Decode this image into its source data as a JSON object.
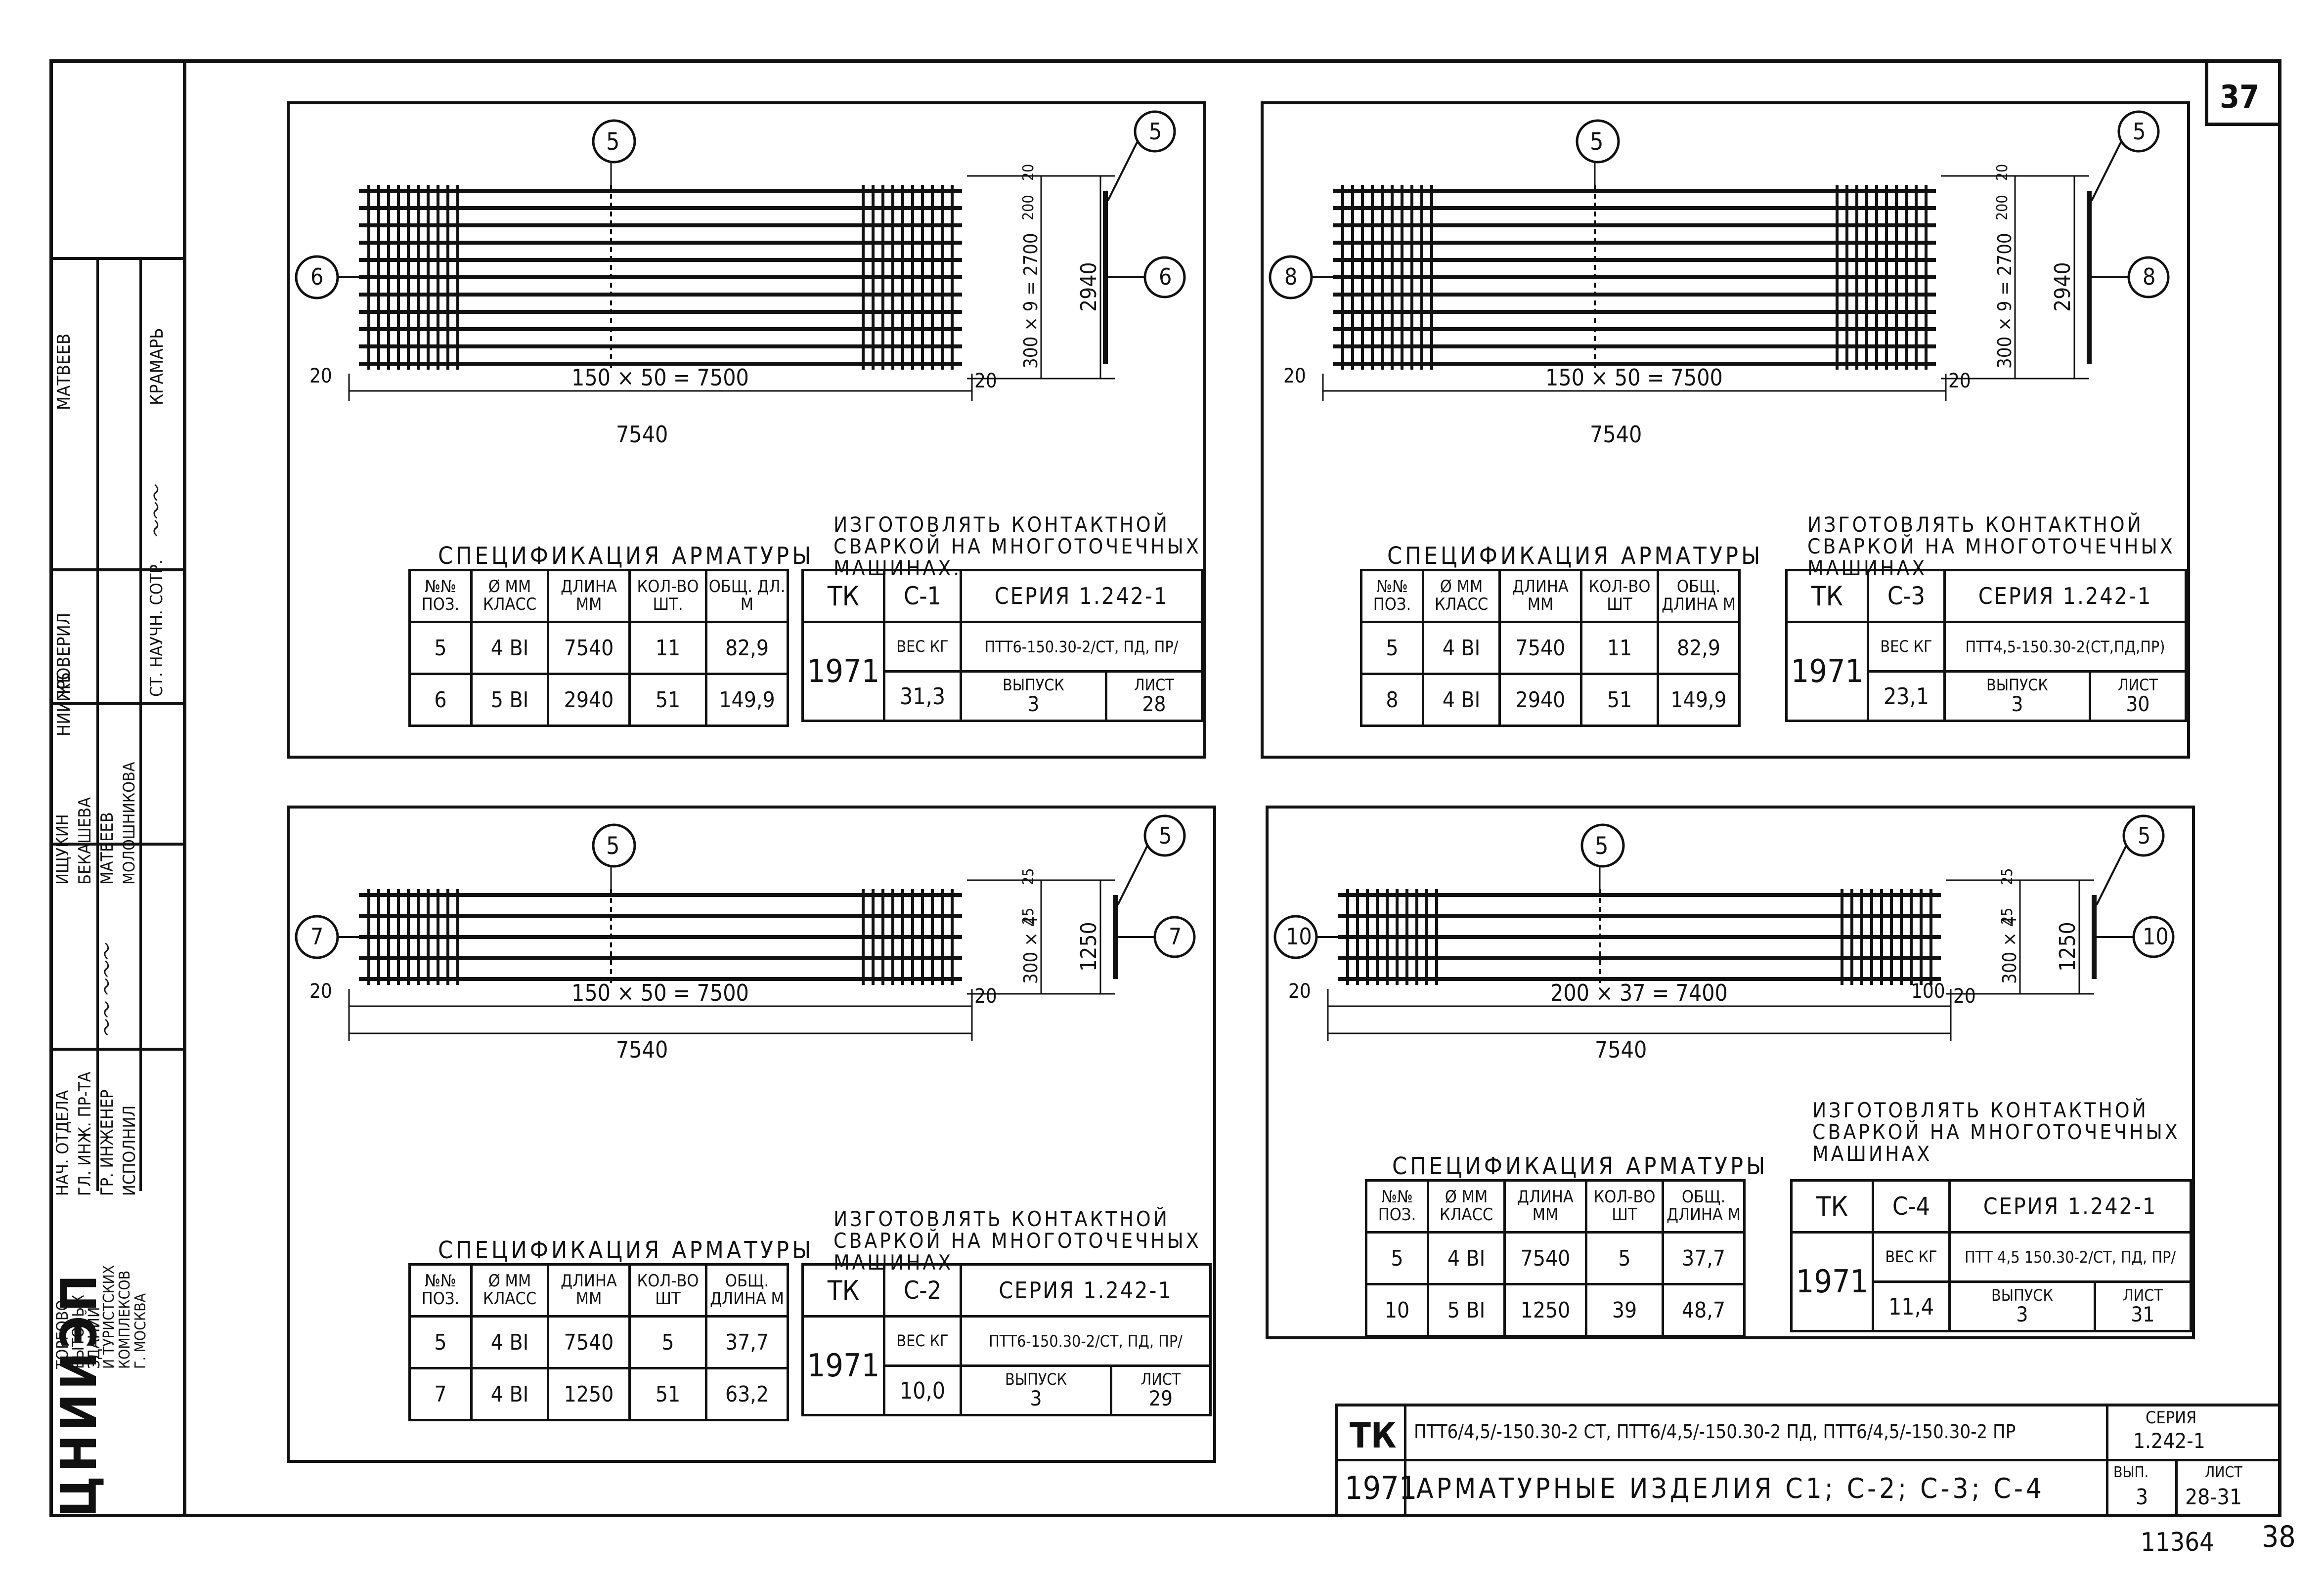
{
  "page": {
    "sheet_number": "37",
    "footer_number": "11364",
    "footer_page": "38"
  },
  "sidebar": {
    "org": [
      "ТОРГОВО",
      "БЫТОВЫХ",
      "ЗДАНИЙ",
      "И ТУРИСТСКИХ",
      "КОМПЛЕКСОВ",
      "Г. МОСКВА"
    ],
    "logo": "ЦНИИЭП",
    "roles": [
      "НАЧ. ОТДЕЛА",
      "ГЛ. ИНЖ. ПР-ТА",
      "ГР. ИНЖЕНЕР",
      "ИСПОЛНИЛ"
    ],
    "names": [
      "ИЩУКИН",
      "БЕКАШЕВА",
      "МАТВЕЕВ",
      "МОЛОШНИКОВА"
    ],
    "check_label": "ПРОВЕРИЛ",
    "check_role": "СТ. НАУЧН. СОТР.",
    "check_org": "НИИЖБ",
    "check_names": [
      "МАТВЕЕВ",
      "КРАМАРЬ"
    ]
  },
  "panels": [
    {
      "id": "C1",
      "pos_top": "5",
      "pos_left": "6",
      "pos_side_right": "6",
      "pos_side_top": "5",
      "dim_width": "150 × 50 = 7500",
      "dim_total": "7540",
      "dim_end_left": "20",
      "dim_end_right": "20",
      "dim_height": "300 × 9 = 2700",
      "dim_height_total": "2940",
      "dim_h_top": "20",
      "dim_h_mid": "200",
      "note": [
        "ИЗГОТОВЛЯТЬ КОНТАКТНОЙ",
        "СВАРКОЙ НА МНОГОТОЧЕЧНЫХ",
        "МАШИНАХ."
      ],
      "spec_title": "СПЕЦИФИКАЦИЯ АРМАТУРЫ",
      "spec_headers": [
        "№№ ПОЗ.",
        "Ø ММ КЛАСС",
        "ДЛИНА ММ",
        "КОЛ-ВО ШТ.",
        "ОБЩ. ДЛ. М"
      ],
      "spec_rows": [
        [
          "5",
          "4 ВI",
          "7540",
          "11",
          "82,9"
        ],
        [
          "6",
          "5 ВI",
          "2940",
          "51",
          "149,9"
        ]
      ],
      "tk": "ТК",
      "year": "1971",
      "mark": "С-1",
      "series": "СЕРИЯ 1.242-1",
      "weight_label": "ВЕС КГ",
      "weight": "31,3",
      "product": "ПТТ6-150.30-2/СТ, ПД, ПР/",
      "issue_label": "ВЫПУСК",
      "issue": "3",
      "sheet_label": "ЛИСТ",
      "sheet": "28"
    },
    {
      "id": "C3",
      "pos_top": "5",
      "pos_left": "8",
      "pos_side_right": "8",
      "pos_side_top": "5",
      "dim_width": "150 × 50 = 7500",
      "dim_total": "7540",
      "dim_end_left": "20",
      "dim_end_right": "20",
      "dim_height": "300 × 9 = 2700",
      "dim_height_total": "2940",
      "dim_h_top": "20",
      "dim_h_mid": "200",
      "note": [
        "ИЗГОТОВЛЯТЬ КОНТАКТНОЙ",
        "СВАРКОЙ НА МНОГОТОЧЕЧНЫХ",
        "МАШИНАХ"
      ],
      "spec_title": "СПЕЦИФИКАЦИЯ АРМАТУРЫ",
      "spec_headers": [
        "№№ ПОЗ.",
        "Ø ММ КЛАСС",
        "ДЛИНА ММ",
        "КОЛ-ВО ШТ",
        "ОБЩ. ДЛИНА М"
      ],
      "spec_rows": [
        [
          "5",
          "4 ВI",
          "7540",
          "11",
          "82,9"
        ],
        [
          "8",
          "4 ВI",
          "2940",
          "51",
          "149,9"
        ]
      ],
      "tk": "ТК",
      "year": "1971",
      "mark": "С-3",
      "series": "СЕРИЯ 1.242-1",
      "weight_label": "ВЕС КГ",
      "weight": "23,1",
      "product": "ПТТ4,5-150.30-2(СТ,ПД,ПР)",
      "issue_label": "ВЫПУСК",
      "issue": "3",
      "sheet_label": "ЛИСТ",
      "sheet": "30"
    },
    {
      "id": "C2",
      "pos_top": "5",
      "pos_left": "7",
      "pos_side_right": "7",
      "pos_side_top": "5",
      "dim_width": "150 × 50 = 7500",
      "dim_total": "7540",
      "dim_end_left": "20",
      "dim_end_right": "20",
      "dim_height": "300 × 4",
      "dim_height_total": "1250",
      "dim_h_top": "25",
      "dim_h_mid": "25",
      "note": [
        "ИЗГОТОВЛЯТЬ КОНТАКТНОЙ",
        "СВАРКОЙ НА МНОГОТОЧЕЧНЫХ",
        "МАШИНАХ"
      ],
      "spec_title": "СПЕЦИФИКАЦИЯ АРМАТУРЫ",
      "spec_headers": [
        "№№ ПОЗ.",
        "Ø ММ КЛАСС",
        "ДЛИНА ММ",
        "КОЛ-ВО ШТ",
        "ОБЩ. ДЛИНА М"
      ],
      "spec_rows": [
        [
          "5",
          "4 ВI",
          "7540",
          "5",
          "37,7"
        ],
        [
          "7",
          "4 ВI",
          "1250",
          "51",
          "63,2"
        ]
      ],
      "tk": "ТК",
      "year": "1971",
      "mark": "С-2",
      "series": "СЕРИЯ 1.242-1",
      "weight_label": "ВЕС КГ",
      "weight": "10,0",
      "product": "ПТТ6-150.30-2/СТ, ПД, ПР/",
      "issue_label": "ВЫПУСК",
      "issue": "3",
      "sheet_label": "ЛИСТ",
      "sheet": "29"
    },
    {
      "id": "C4",
      "pos_top": "5",
      "pos_left": "10",
      "pos_side_right": "10",
      "pos_side_top": "5",
      "dim_width": "200 × 37 = 7400",
      "dim_total": "7540",
      "dim_end_left": "20",
      "dim_end_right": "100",
      "dim_end_right2": "20",
      "dim_height": "300 × 4",
      "dim_height_total": "1250",
      "dim_h_top": "25",
      "dim_h_mid": "25",
      "note": [
        "ИЗГОТОВЛЯТЬ КОНТАКТНОЙ",
        "СВАРКОЙ НА МНОГОТОЧЕЧНЫХ",
        "МАШИНАХ"
      ],
      "spec_title": "СПЕЦИФИКАЦИЯ АРМАТУРЫ",
      "spec_headers": [
        "№№ ПОЗ.",
        "Ø ММ КЛАСС",
        "ДЛИНА ММ",
        "КОЛ-ВО ШТ",
        "ОБЩ. ДЛИНА М"
      ],
      "spec_rows": [
        [
          "5",
          "4 ВI",
          "7540",
          "5",
          "37,7"
        ],
        [
          "10",
          "5 ВI",
          "1250",
          "39",
          "48,7"
        ]
      ],
      "tk": "ТК",
      "year": "1971",
      "mark": "С-4",
      "series": "СЕРИЯ 1.242-1",
      "weight_label": "ВЕС КГ",
      "weight": "11,4",
      "product": "ПТТ 4,5 150.30-2/СТ, ПД, ПР/",
      "issue_label": "ВЫПУСК",
      "issue": "3",
      "sheet_label": "ЛИСТ",
      "sheet": "31"
    }
  ],
  "title_block": {
    "tk": "ТК",
    "year": "1971",
    "products": "ПТТ6/4,5/-150.30-2 СТ, ПТТ6/4,5/-150.30-2 ПД, ПТТ6/4,5/-150.30-2 ПР",
    "title": "АРМАТУРНЫЕ ИЗДЕЛИЯ С1; С-2; С-3; С-4",
    "series_label": "СЕРИЯ",
    "series": "1.242-1",
    "issue_label": "ВЫП.",
    "issue": "3",
    "sheet_label": "ЛИСТ",
    "sheet": "28-31"
  }
}
